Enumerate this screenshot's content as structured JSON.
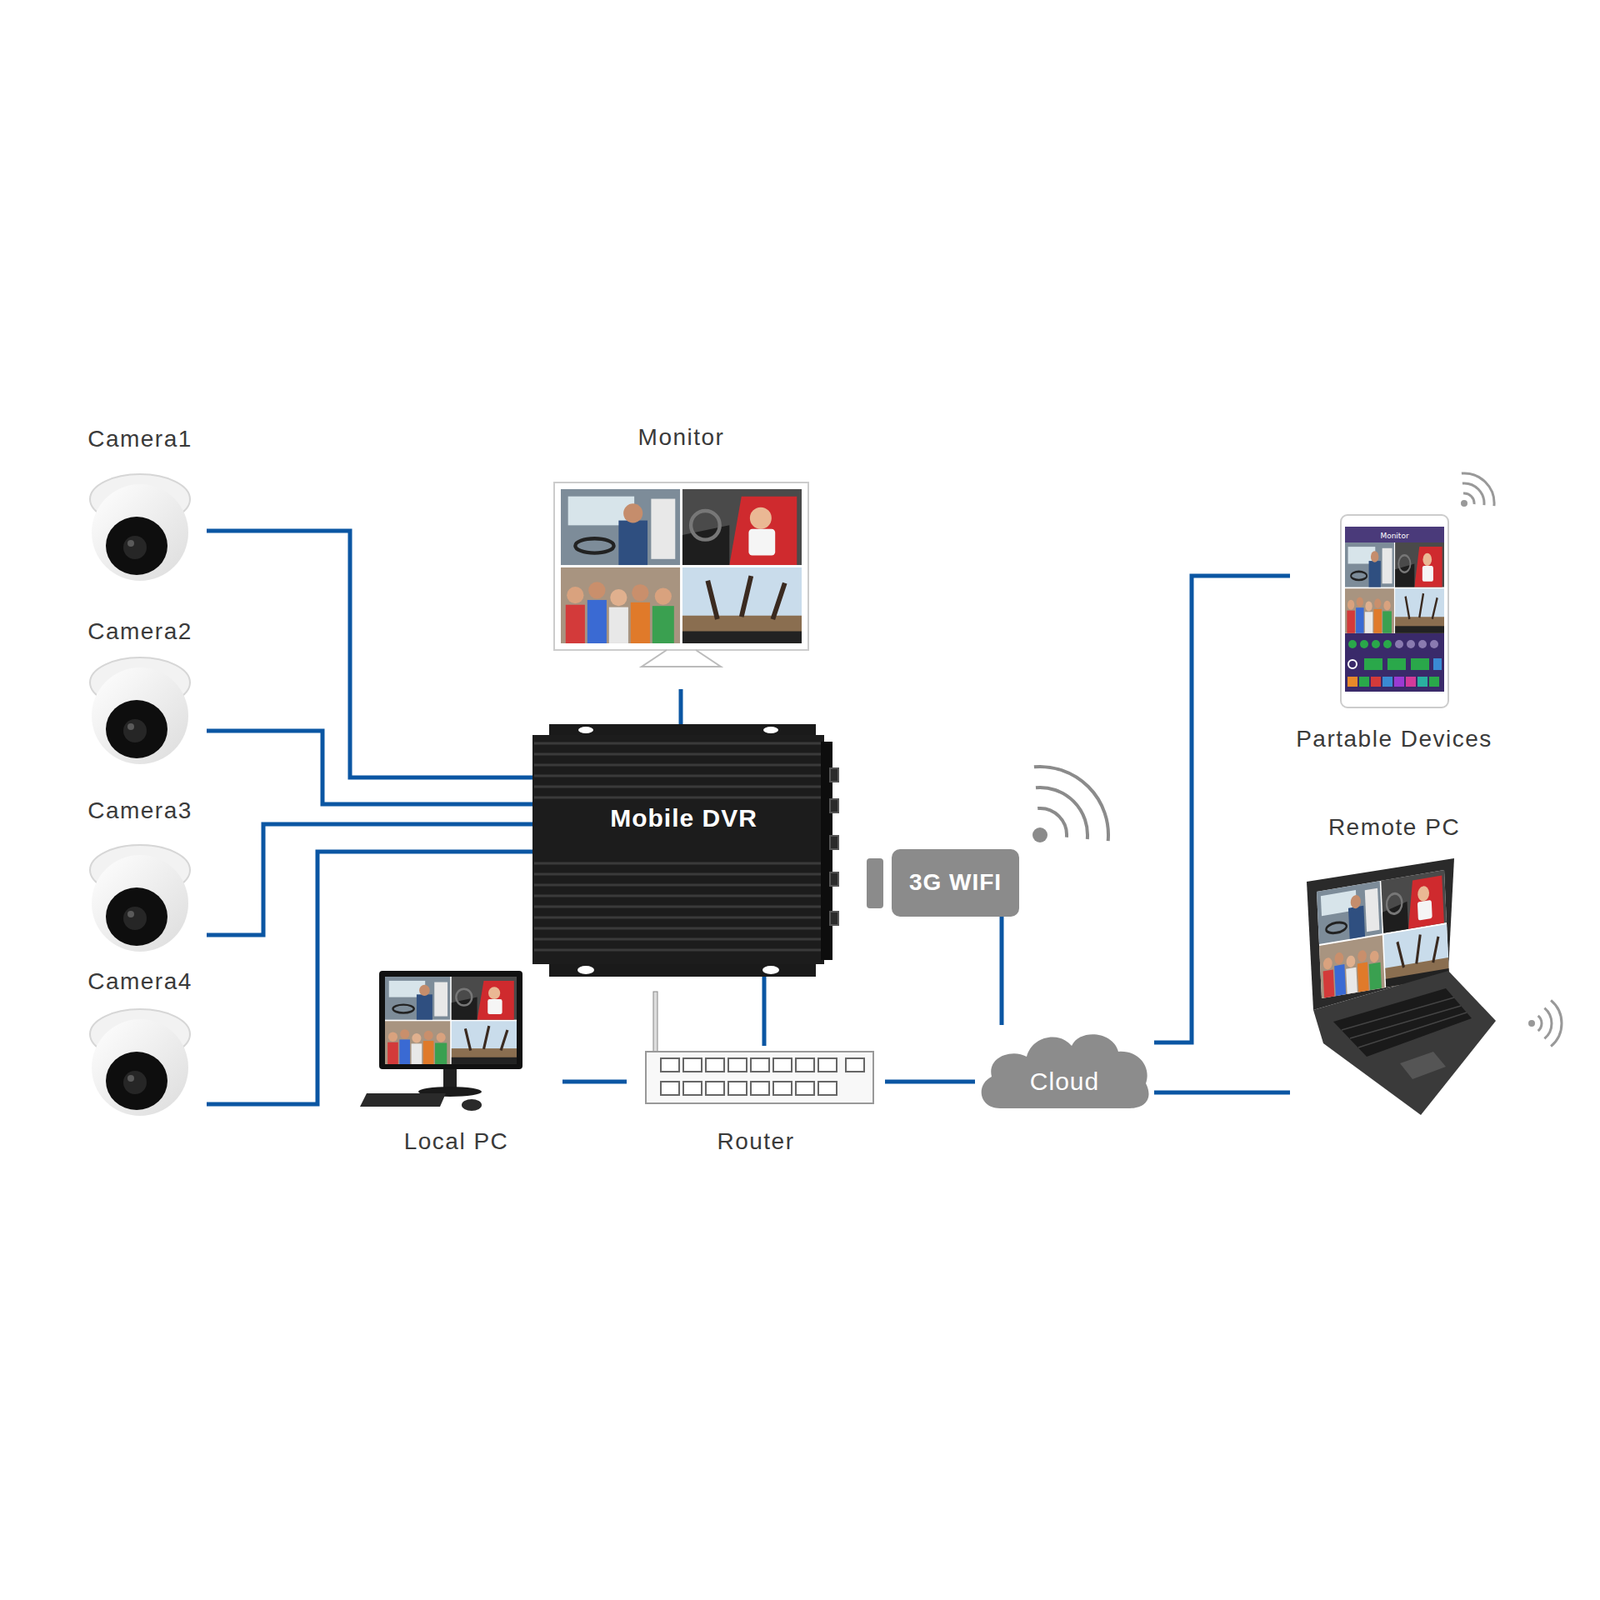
{
  "diagram": {
    "nodes": [
      {
        "text": [
          "Camera1"
        ]
      },
      {
        "text": [
          "Camera2"
        ]
      },
      {
        "text": [
          "Camera3"
        ]
      },
      {
        "text": [
          "Camera4"
        ]
      },
      {
        "text": [
          "Monitor"
        ]
      },
      {
        "text": [
          "Mobile DVR"
        ]
      },
      {
        "text": [
          "3G WIFI"
        ]
      },
      {
        "text": [
          "Local PC"
        ]
      },
      {
        "text": [
          "Router"
        ]
      },
      {
        "text": [
          "Cloud"
        ]
      },
      {
        "text": [
          "Partable Devices"
        ]
      },
      {
        "text": [
          "Remote PC"
        ]
      }
    ],
    "edges": [
      {
        "from": 0,
        "to": 5,
        "arrow": "none"
      },
      {
        "from": 1,
        "to": 5,
        "arrow": "none"
      },
      {
        "from": 2,
        "to": 5,
        "arrow": "none"
      },
      {
        "from": 3,
        "to": 5,
        "arrow": "none"
      },
      {
        "from": 4,
        "to": 5,
        "arrow": "none"
      },
      {
        "from": 5,
        "to": 8,
        "arrow": "none"
      },
      {
        "from": 7,
        "to": 8,
        "arrow": "none"
      },
      {
        "from": 8,
        "to": 9,
        "arrow": "none"
      },
      {
        "from": 6,
        "to": 9,
        "arrow": "none"
      },
      {
        "from": 9,
        "to": 10,
        "arrow": "none"
      },
      {
        "from": 9,
        "to": 11,
        "arrow": "none"
      }
    ],
    "labels": [
      "Monitor"
    ]
  }
}
